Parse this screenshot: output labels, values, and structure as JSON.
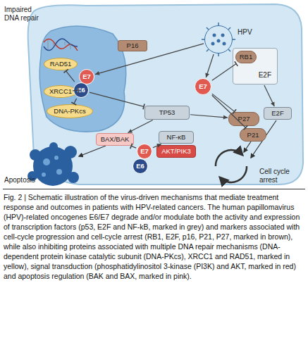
{
  "diagram": {
    "caption": "Fig. 2 | Schematic illustration of the virus-driven mechanisms that mediate treatment response and outcomes in patients with HPV-related cancers. The human papillomavirus (HPV)-related oncogenes E6/E7 degrade and/or modulate both the activity and expression of transcription factors (p53, E2F and NF-kB, marked in grey) and markers associated with cell-cycle progression and cell-cycle arrest (RB1, E2F, p16, P21, P27, marked in brown), while also inhibiting proteins associated with multiple DNA repair mechanisms (DNA-dependent protein kinase catalytic subunit (DNA-PKcs), XRCC1 and RAD51, marked in yellow), signal transduction (phosphatidylinositol 3-kinase (PI3K) and AKT, marked in red) and apoptosis regulation (BAK and BAX, marked in pink).",
    "nodes": [
      {
        "text": [
          "HPV"
        ]
      },
      {
        "text": [
          "P16"
        ]
      },
      {
        "text": [
          "E2F"
        ]
      },
      {
        "text": [
          "RB1"
        ],
        "in": 2
      },
      {
        "text": [
          "RAD51"
        ]
      },
      {
        "text": [
          "E7"
        ]
      },
      {
        "text": [
          "XRCC1"
        ]
      },
      {
        "text": [
          "E7"
        ]
      },
      {
        "text": [
          "E6"
        ]
      },
      {
        "text": [
          "DNA-PKcs"
        ]
      },
      {
        "text": [
          "TP53"
        ]
      },
      {
        "text": [
          "E2F"
        ]
      },
      {
        "text": [
          "P27"
        ]
      },
      {
        "text": [
          "P21"
        ]
      },
      {
        "text": [
          "BAX/BAK"
        ]
      },
      {
        "text": [
          "NF-κB"
        ]
      },
      {
        "text": [
          "E7"
        ]
      },
      {
        "text": [
          "AKT/PIK3"
        ]
      },
      {
        "text": [
          "E6"
        ]
      }
    ],
    "edges": [
      {
        "from": 0,
        "to": 5,
        "arrow": "to"
      },
      {
        "from": 0,
        "to": 7,
        "arrow": "to"
      },
      {
        "from": 8,
        "to": 4,
        "arrow": "to"
      },
      {
        "from": 8,
        "to": 6,
        "arrow": "to"
      },
      {
        "from": 8,
        "to": 9,
        "arrow": "to"
      },
      {
        "from": 8,
        "to": 10,
        "arrow": "to"
      },
      {
        "from": 7,
        "to": 3,
        "arrow": "to"
      },
      {
        "from": 7,
        "to": 12,
        "arrow": "to"
      },
      {
        "from": 7,
        "to": 13,
        "arrow": "to"
      },
      {
        "from": 10,
        "to": 12,
        "arrow": "to"
      },
      {
        "from": 10,
        "to": 14,
        "arrow": "to"
      },
      {
        "from": 2,
        "to": 11,
        "arrow": "to"
      },
      {
        "from": 16,
        "to": 14,
        "arrow": "to"
      },
      {
        "from": 16,
        "to": 15,
        "arrow": "to"
      }
    ],
    "labels": [
      "Impaired DNA repair",
      "Apoptosis",
      "Cell cycle arrest"
    ]
  }
}
